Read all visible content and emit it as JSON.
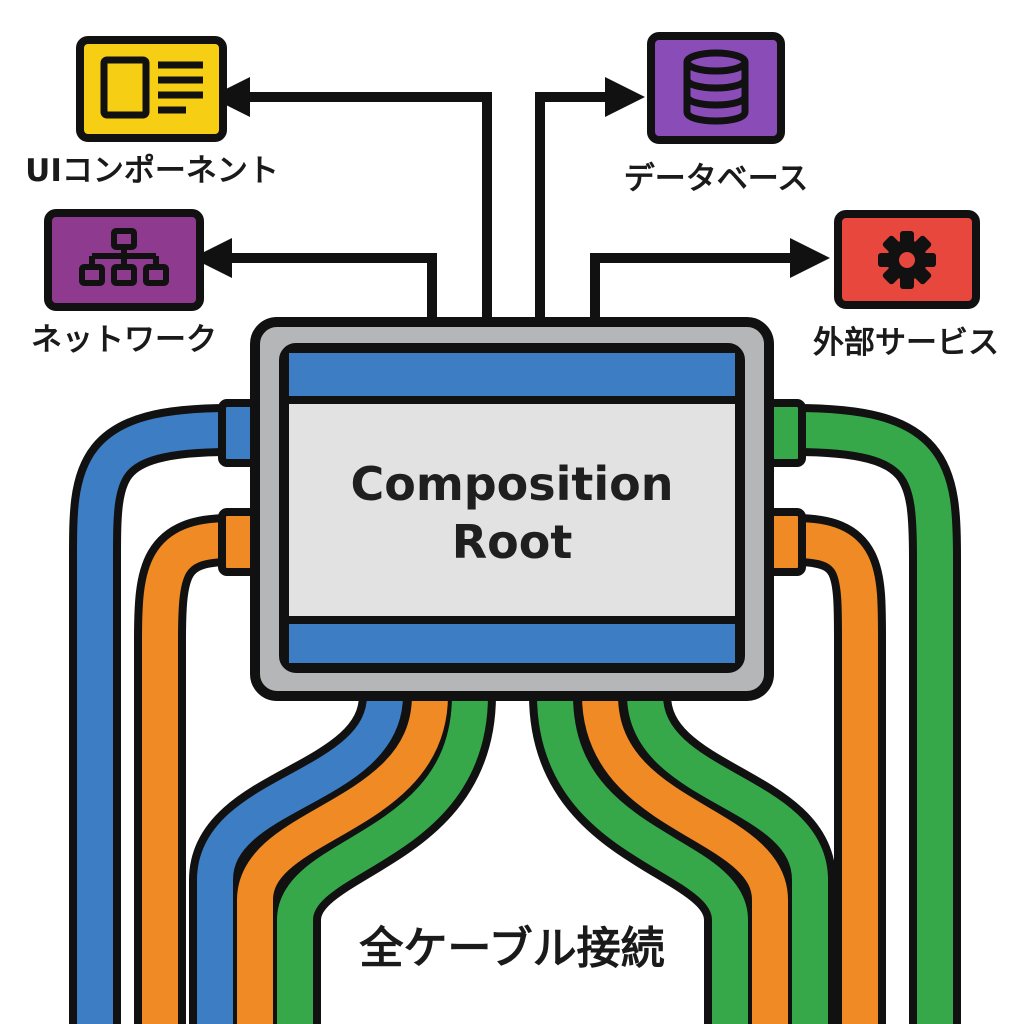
{
  "diagram": {
    "root": {
      "title_line1": "Composition",
      "title_line2": "Root"
    },
    "nodes": [
      {
        "id": "ui",
        "label": "UIコンポーネント",
        "icon": "document-icon",
        "color": "#f6cf14"
      },
      {
        "id": "network",
        "label": "ネットワーク",
        "icon": "network-tree-icon",
        "color": "#8e3a8e"
      },
      {
        "id": "database",
        "label": "データベース",
        "icon": "database-icon",
        "color": "#8a4db8"
      },
      {
        "id": "external",
        "label": "外部サービス",
        "icon": "gear-icon",
        "color": "#e8473e"
      }
    ],
    "cables": {
      "colors": [
        "#3c7dc4",
        "#f08a24",
        "#36a84a"
      ]
    },
    "caption": "全ケーブル接続"
  }
}
